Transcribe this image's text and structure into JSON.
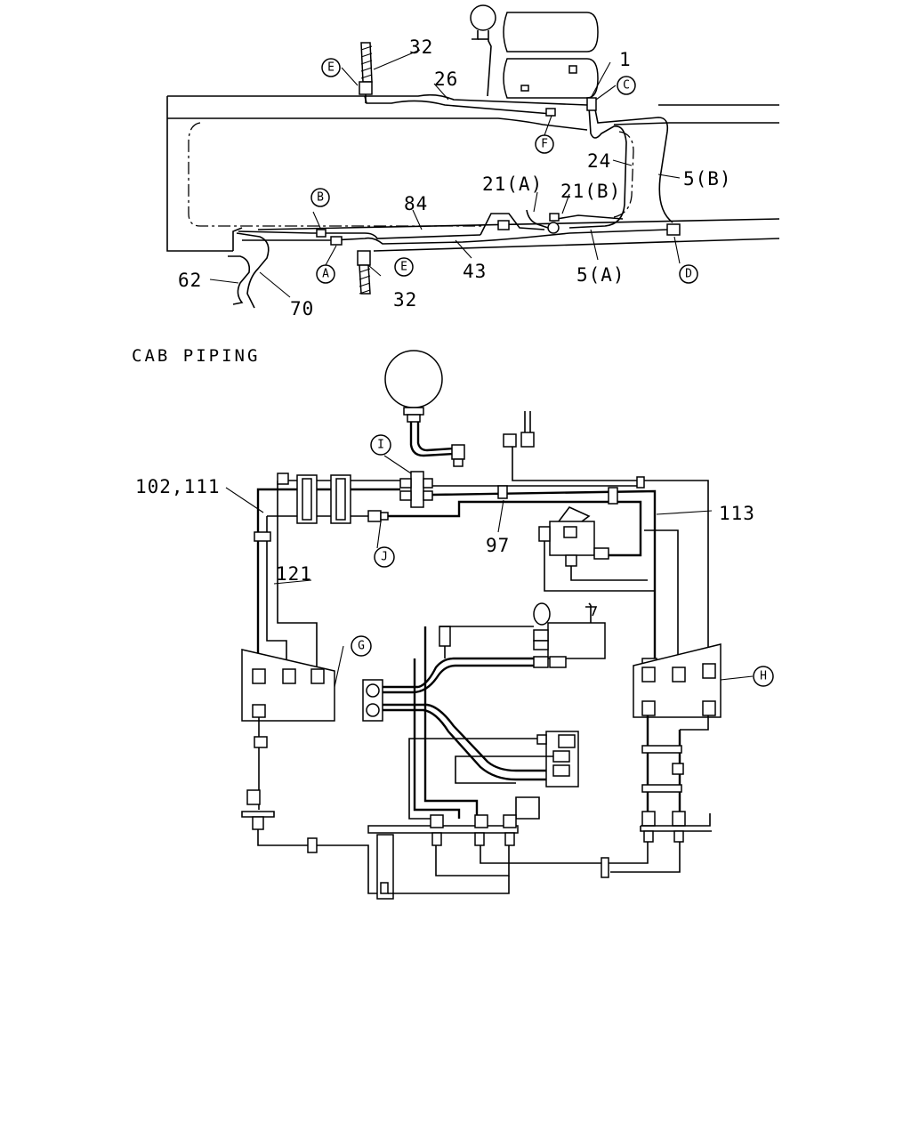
{
  "section_title": "CAB PIPING",
  "part_labels": {
    "p1": "1",
    "p5a": "5(A)",
    "p5b": "5(B)",
    "p21a": "21(A)",
    "p21b": "21(B)",
    "p24": "24",
    "p26": "26",
    "p32_top": "32",
    "p32_bottom": "32",
    "p43": "43",
    "p62": "62",
    "p70": "70",
    "p84": "84",
    "p97": "97",
    "p102_111": "102,111",
    "p113": "113",
    "p121": "121"
  },
  "callouts": {
    "a": "A",
    "b": "B",
    "c": "C",
    "d": "D",
    "e_top": "E",
    "e_bottom": "E",
    "f": "F",
    "g": "G",
    "h": "H",
    "i": "I",
    "j": "J"
  }
}
